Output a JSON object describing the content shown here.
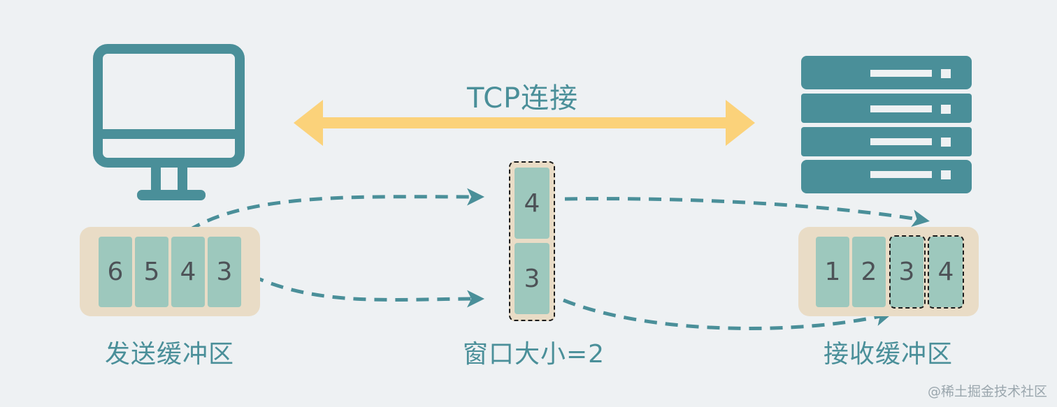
{
  "connection_label": "TCP连接",
  "send_buffer": {
    "label": "发送缓冲区",
    "segments": [
      "6",
      "5",
      "4",
      "3"
    ]
  },
  "window": {
    "label": "窗口大小=2",
    "segments": [
      "4",
      "3"
    ]
  },
  "receive_buffer": {
    "label": "接收缓冲区",
    "segments": [
      "1",
      "2",
      "3",
      "4"
    ]
  },
  "watermark": "@稀土掘金技术社区",
  "icons": {
    "client": "monitor-icon",
    "server": "server-rack-icon"
  },
  "colors": {
    "background": "#eef1f3",
    "teal": "#4a8f99",
    "segment": "#9dc8bd",
    "buffer_tray": "#e9dcc6",
    "connection_arrow": "#fbd27a"
  }
}
